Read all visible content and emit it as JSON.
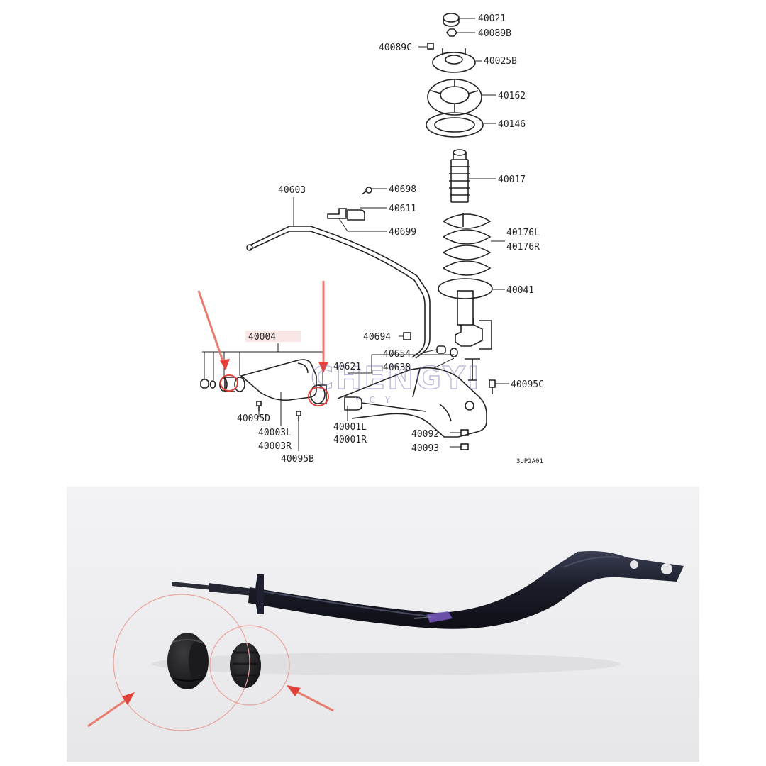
{
  "diagram": {
    "code": "3UP2A01",
    "watermark": "CHENGYI",
    "watermark_sub": "YCY",
    "labels": {
      "p40021": "40021",
      "p40089B": "40089B",
      "p40089C": "40089C",
      "p40025B": "40025B",
      "p40162": "40162",
      "p40146": "40146",
      "p40017": "40017",
      "p40603": "40603",
      "p40698": "40698",
      "p40611": "40611",
      "p40699": "40699",
      "p40176L": "40176L",
      "p40176R": "40176R",
      "p40041": "40041",
      "p40004": "40004",
      "p40694": "40694",
      "p40654": "40654",
      "p40621": "40621",
      "p40638": "40638",
      "p40095C": "40095C",
      "p40095D": "40095D",
      "p40003L": "40003L",
      "p40003R": "40003R",
      "p40095B": "40095B",
      "p40001L": "40001L",
      "p40001R": "40001R",
      "p40092": "40092",
      "p40093": "40093"
    }
  },
  "colors": {
    "highlight": "#e3413a",
    "arrow": "#e87a6e",
    "rod": "#1f2230",
    "bushing": "#1c1c1e"
  }
}
